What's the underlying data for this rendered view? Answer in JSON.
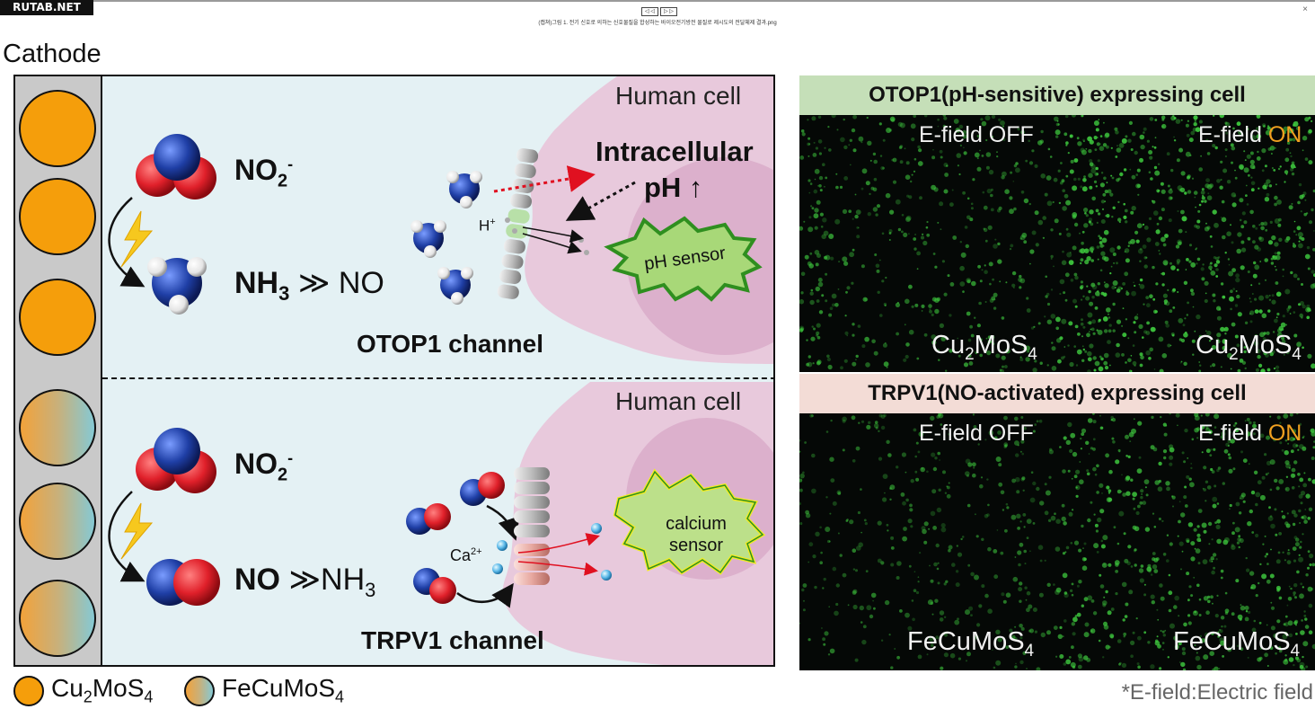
{
  "viewer": {
    "badge": "RUTAB.NET",
    "button_1": "◁ ◁",
    "button_2": "▷ ▷",
    "filename": "(캡쳐)그림 1. 전기 신호로 의하는 신호물질을 합성하는 바이오전기방전 물질로 제시도의 전달체제 결과.png",
    "close": "×"
  },
  "diagram": {
    "cathode_label": "Cathode",
    "top": {
      "nitrite": "NO",
      "nitrite_sub": "2",
      "nitrite_sup": "-",
      "product_main": "NH",
      "product_main_sub": "3",
      "relation": "≫",
      "product_minor": "NO",
      "human_cell": "Human cell",
      "intracellular_1": "Intracellular",
      "intracellular_2": "pH ↑",
      "h_plus": "H",
      "h_plus_sup": "+",
      "sensor": "pH sensor",
      "channel": "OTOP1 channel"
    },
    "bottom": {
      "nitrite": "NO",
      "nitrite_sub": "2",
      "nitrite_sup": "-",
      "product_main": "NO",
      "relation": "≫",
      "product_minor": "NH",
      "product_minor_sub": "3",
      "human_cell": "Human cell",
      "ca": "Ca",
      "ca_sup": "2+",
      "sensor_1": "calcium",
      "sensor_2": "sensor",
      "channel": "TRPV1 channel"
    },
    "legend": {
      "cu_a": "Cu",
      "cu_sub1": "2",
      "cu_b": "MoS",
      "cu_sub2": "4",
      "fe_a": "FeCuMoS",
      "fe_sub": "4"
    }
  },
  "micrographs": {
    "top_header": "OTOP1(pH-sensitive) expressing cell",
    "bottom_header": "TRPV1(NO-activated) expressing cell",
    "off_label": "E-field OFF",
    "on_label_a": "E-field ",
    "on_label_b_top": "ON",
    "on_label_b_bottom": "ON",
    "cu_a": "Cu",
    "cu_sub1": "2",
    "cu_b": "MoS",
    "cu_sub2": "4",
    "fe_a": "FeCuMoS",
    "fe_sub": "4",
    "footnote": "*E-field:Electric field"
  },
  "colors": {
    "panel_bg": "#e4f1f4",
    "cell_bg": "#e8c9dc",
    "cu_orange": "#f59e0b",
    "header_green": "#c5dfb8",
    "header_pink": "#f3dcd6",
    "on_orange": "#f0a020",
    "cell_green": "#3ec83e"
  }
}
